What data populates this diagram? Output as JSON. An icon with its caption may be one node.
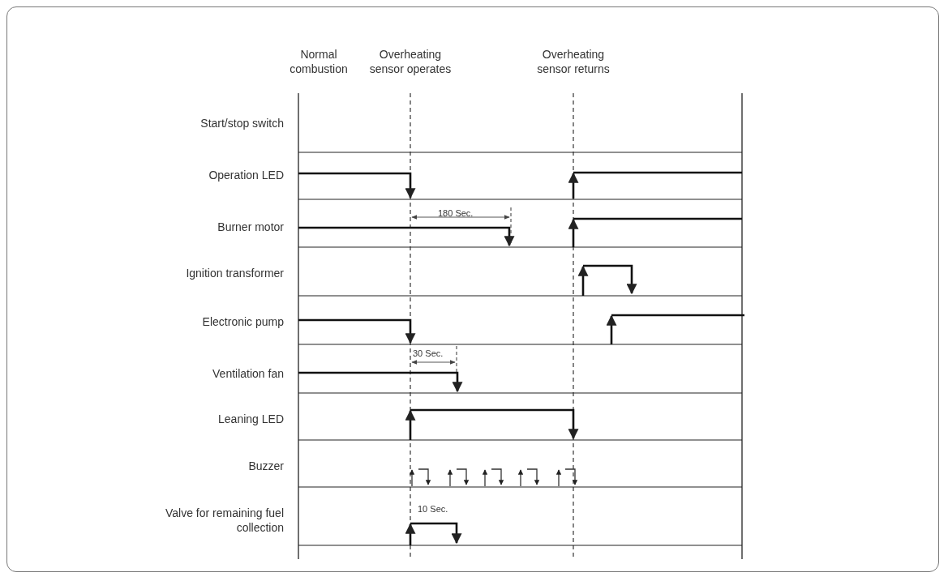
{
  "diagram": {
    "labels": [
      "Normal combustion",
      "Overheating sensor operates",
      "Overheating sensor returns",
      "Start/stop switch",
      "Operation LED",
      "180 Sec.",
      "Burner motor",
      "Ignition transformer",
      "Electronic pump",
      "30 Sec.",
      "Ventilation fan",
      "Leaning LED",
      "Buzzer",
      "10 Sec.",
      "Valve for remaining fuel collection"
    ]
  }
}
